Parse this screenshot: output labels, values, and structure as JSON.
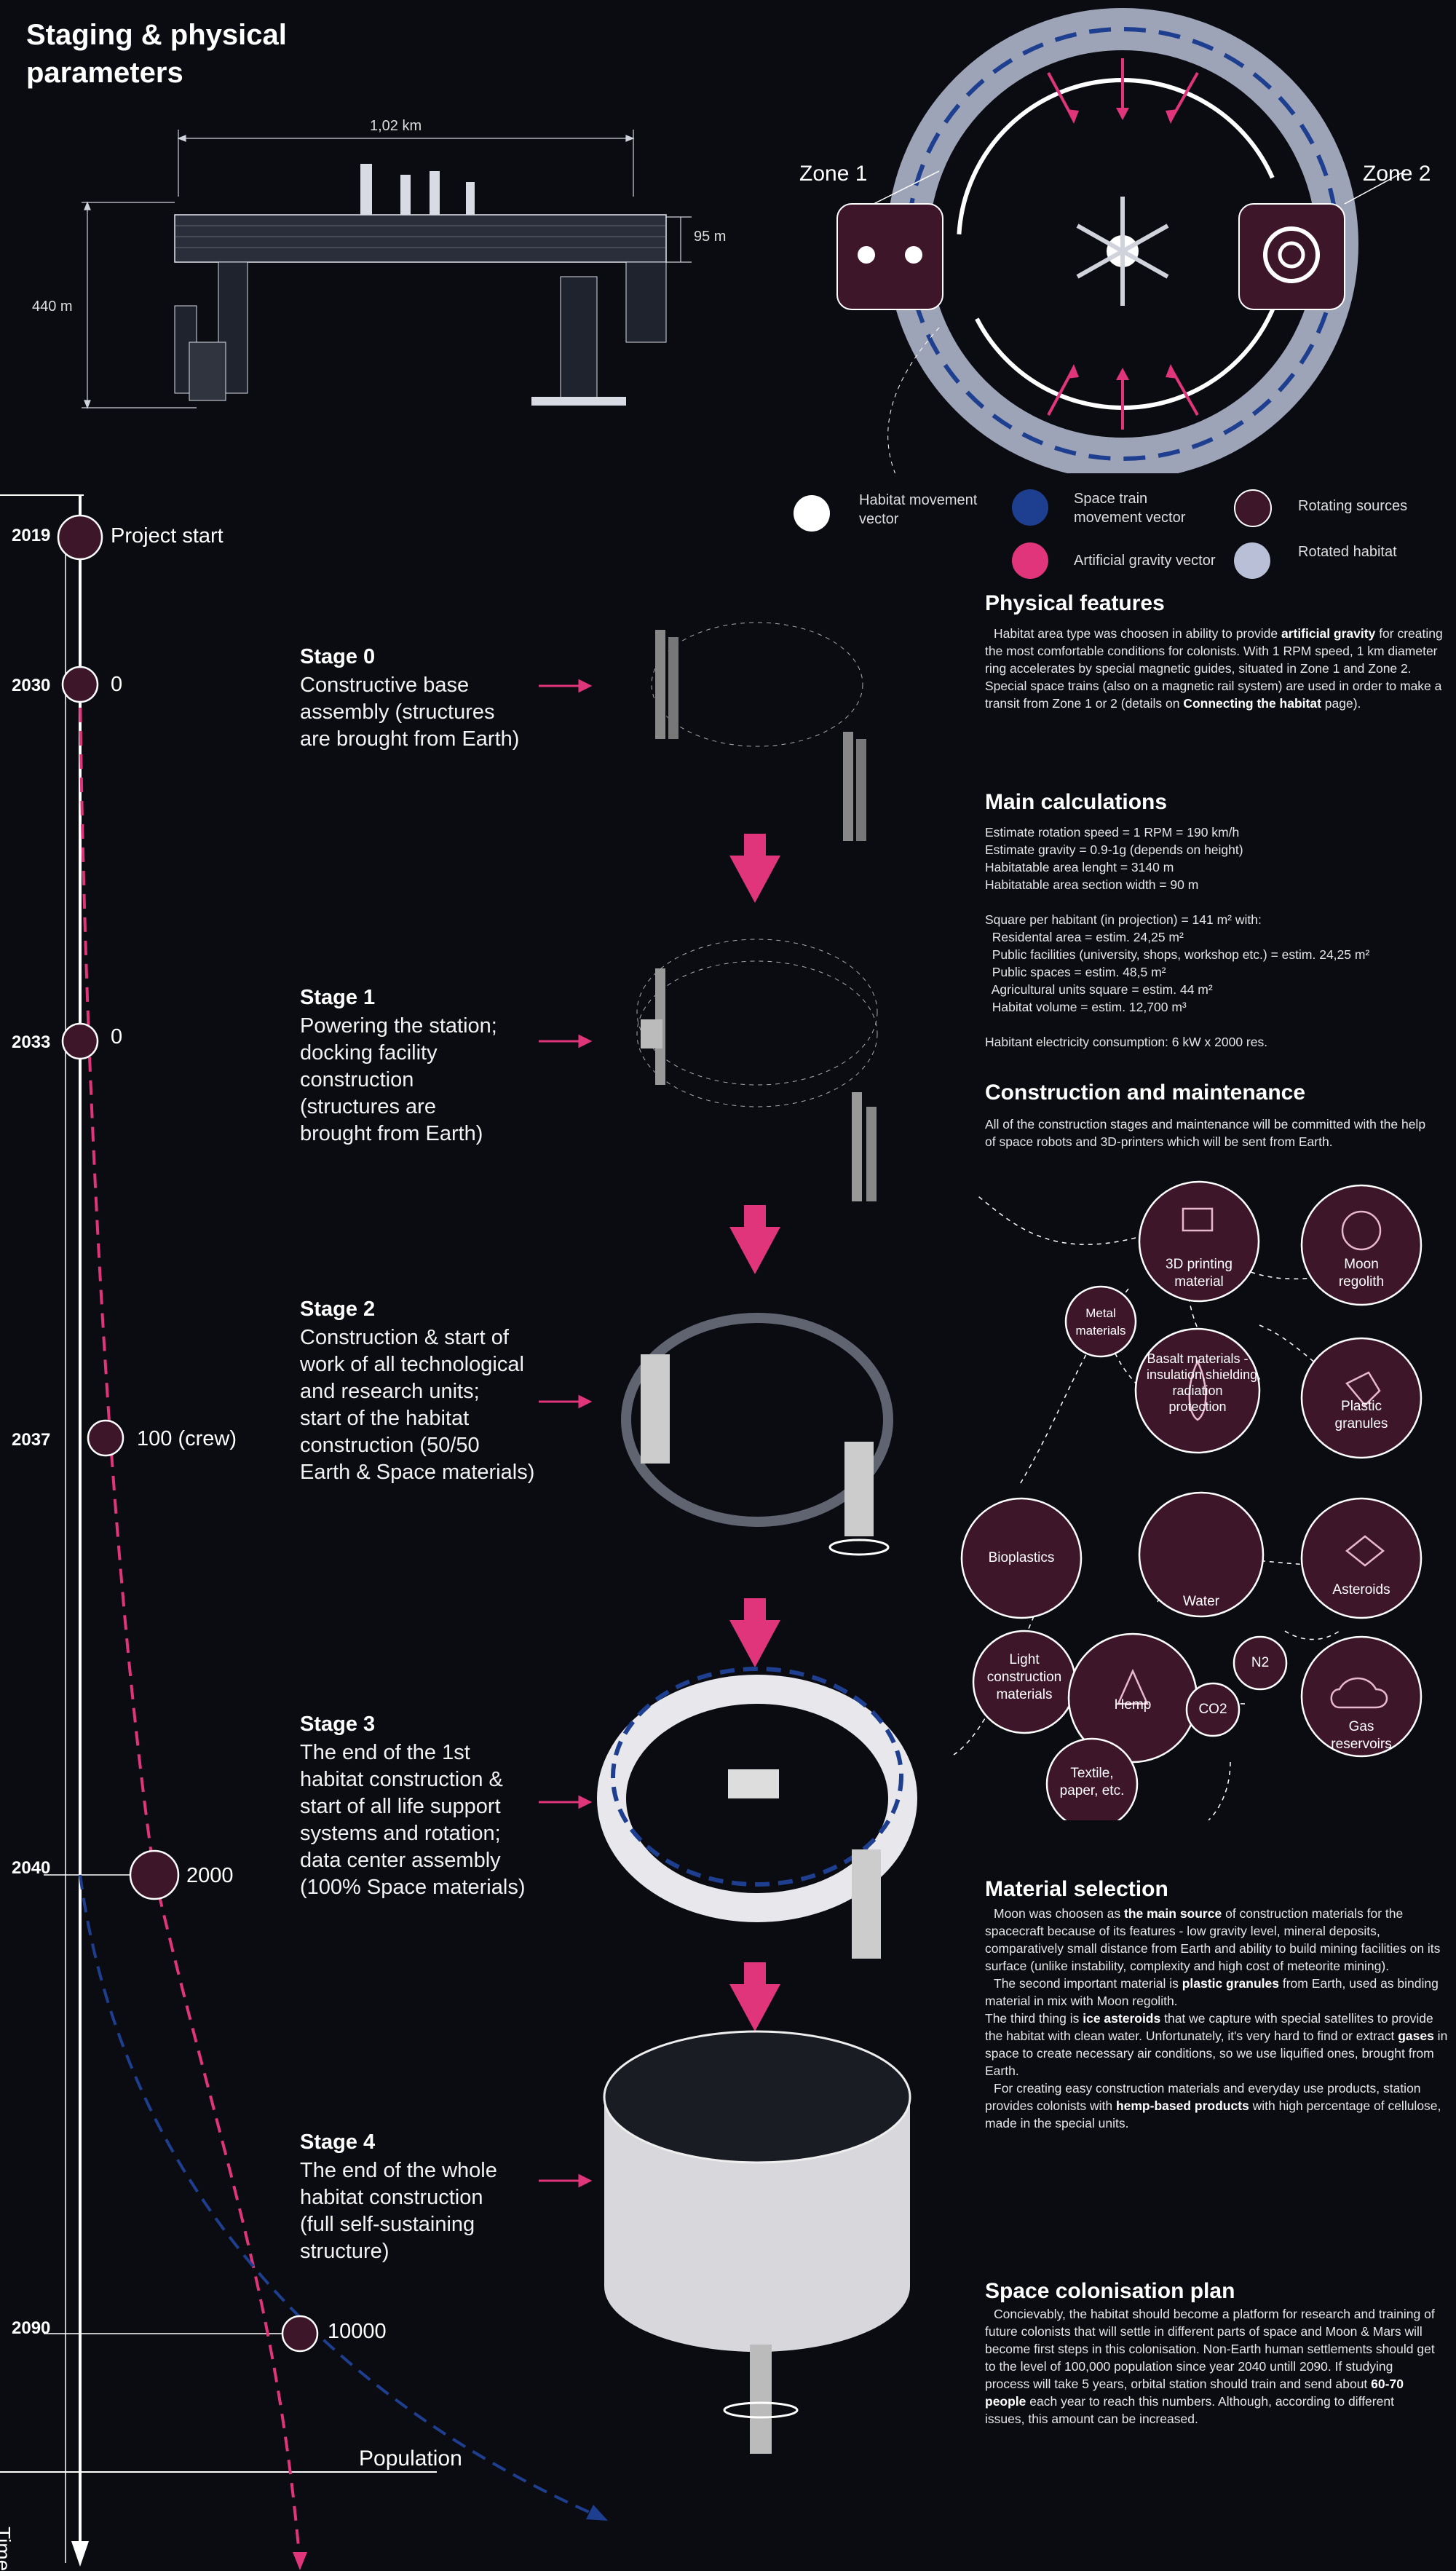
{
  "title": "Staging & physical parameters",
  "dims": {
    "width": "1,02 km",
    "height": "440 m",
    "section": "95 m"
  },
  "zones": {
    "zone1": "Zone 1",
    "zone2": "Zone 2"
  },
  "legend": [
    {
      "label": "Habitat movement vector",
      "color": "#ffffff"
    },
    {
      "label": "Space train movement vector",
      "color": "#1e3f8f"
    },
    {
      "label": "Artificial gravity vector",
      "color": "#e0357a"
    },
    {
      "label": "Rotating sources",
      "color": "#5a1d38"
    },
    {
      "label": "Rotated habitat",
      "color": "#b8bfd6"
    }
  ],
  "timeline": {
    "axis_label": "Time",
    "population_label": "Population",
    "points": [
      {
        "year": "2019",
        "label": "Project start"
      },
      {
        "year": "2030",
        "label": "0"
      },
      {
        "year": "2033",
        "label": "0"
      },
      {
        "year": "2037",
        "label": "100 (crew)"
      },
      {
        "year": "2040",
        "label": "2000"
      },
      {
        "year": "2090",
        "label": "10000"
      }
    ]
  },
  "stages": [
    {
      "title": "Stage 0",
      "desc": "Constructive base\nassembly (structures\nare brought from Earth)"
    },
    {
      "title": "Stage 1",
      "desc": "Powering the station;\ndocking facility\nconstruction\n(structures are\nbrought from Earth)"
    },
    {
      "title": "Stage 2",
      "desc": "Construction & start of\nwork of all technological\nand research units;\nstart of the habitat\nconstruction (50/50\nEarth & Space materials)"
    },
    {
      "title": "Stage 3",
      "desc": "The end of the 1st\nhabitat construction &\nstart of all life support\nsystems and rotation;\ndata center assembly\n(100% Space materials)"
    },
    {
      "title": "Stage 4",
      "desc": "The end of the whole\nhabitat construction\n(full self-sustaining\nstructure)"
    }
  ],
  "physical": {
    "heading": "Physical features",
    "p1": "Habitat area type was choosen in ability to provide ",
    "b1": "artificial gravity",
    "p2": " for creating the most comfortable conditions for colonists. With 1 RPM speed, 1 km diameter ring accelerates by special magnetic guides, situated in Zone 1 and Zone 2.  Special space trains (also on a magnetic rail system) are used in order to make a transit from Zone 1 or 2 (details on ",
    "b2": "Connecting the habitat",
    "p3": " page)."
  },
  "calculations": {
    "heading": "Main calculations",
    "lines": [
      "Estimate rotation speed = 1 RPM = 190 km/h",
      "Estimate gravity = 0.9-1g (depends on height)",
      "Habitatable area lenght = 3140 m",
      "Habitatable area section width = 90 m",
      "",
      "Square per habitant (in projection) = 141 m² with:",
      "  Residental area = estim. 24,25 m²",
      "  Public facilities (university, shops, workshop etc.) = estim. 24,25 m²",
      "  Public spaces = estim. 48,5 m²",
      "  Agricultural units square = estim. 44 m²",
      "  Habitat volume = estim. 12,700 m³",
      "",
      "Habitant electricity consumption: 6 kW x 2000 res."
    ]
  },
  "construction": {
    "heading": "Construction and maintenance",
    "text": "All of the construction stages and maintenance will be committed with the help of space robots and 3D-printers which will be sent from Earth."
  },
  "materials": [
    {
      "id": "3d",
      "label": "3D printing material"
    },
    {
      "id": "moon",
      "label": "Moon regolith"
    },
    {
      "id": "metal",
      "label": "Metal materials"
    },
    {
      "id": "basalt",
      "label": "Basalt materials - insulation,shielding, radiation protection"
    },
    {
      "id": "plastic",
      "label": "Plastic granules"
    },
    {
      "id": "bio",
      "label": "Bioplastics"
    },
    {
      "id": "water",
      "label": "Water"
    },
    {
      "id": "asteroids",
      "label": "Asteroids"
    },
    {
      "id": "light",
      "label": "Light construction materials"
    },
    {
      "id": "hemp",
      "label": "Hemp"
    },
    {
      "id": "n2",
      "label": "N2"
    },
    {
      "id": "co2",
      "label": "CO2"
    },
    {
      "id": "gas",
      "label": "Gas reservoirs"
    },
    {
      "id": "textile",
      "label": "Textile, paper, etc."
    }
  ],
  "material_selection": {
    "heading": "Material selection",
    "p1a": "Moon was choosen as ",
    "p1b": "the main source",
    "p1c": " of construction materials for the spacecraft because of its features - low gravity level, mineral deposits, comparatively small distance from Earth and  ability to build mining facilities on its surface (unlike instability, complexity and high cost of meteorite mining).",
    "p2a": "The second important material is ",
    "p2b": "plastic granules",
    "p2c": " from Earth, used as binding material in mix with Moon regolith.",
    "p3a": "The third thing is ",
    "p3b": "ice asteroids",
    "p3c": " that we capture with special satellites to provide the habitat with clean water. Unfortunately, it's very hard to find or extract ",
    "p3d": "gases",
    "p3e": " in space to create necessary air conditions, so we use liquified ones, brought from Earth.",
    "p4a": "For creating easy construction materials and everyday use products, station provides colonists with ",
    "p4b": "hemp-based products",
    "p4c": " with high percentage of cellulose, made in the special units."
  },
  "colonisation": {
    "heading": "Space colonisation plan",
    "p1": "Concievably, the habitat should become a platform for research and training of future colonists that will settle in different parts of space and Moon & Mars will become first steps in this colonisation. Non-Earth human settlements should get to the level of 100,000 population since year 2040 untill 2090. If studying process will take 5 years, orbital station should train and send about ",
    "b1": "60-70 people",
    "p2": " each year to reach this numbers. Although, according to different issues, this amount can be increased."
  }
}
